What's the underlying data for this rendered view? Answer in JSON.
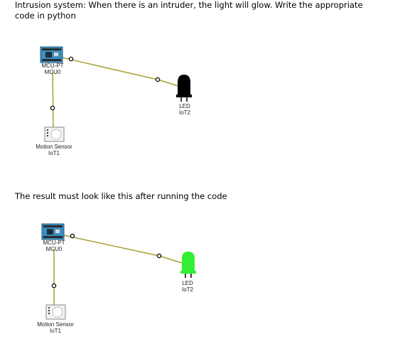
{
  "question": {
    "prompt": "Intrusion system: When there is an intruder, the light will glow. Write the appropriate code in python",
    "result_caption": "The result must look like this after running the code"
  },
  "diagram_before": {
    "mcu": {
      "name": "MCU-PT",
      "id": "MCU0"
    },
    "led": {
      "name": "LED",
      "id": "IoT2",
      "state": "off",
      "color": "#000000"
    },
    "sensor": {
      "name": "Motion Sensor",
      "id": "IoT1"
    }
  },
  "diagram_after": {
    "mcu": {
      "name": "MCU-PT",
      "id": "MCU0"
    },
    "led": {
      "name": "LED",
      "id": "IoT2",
      "state": "on",
      "color": "#33ee33"
    },
    "sensor": {
      "name": "Motion Sensor",
      "id": "IoT1"
    }
  },
  "colors": {
    "wire": "#a8a032",
    "mcu_board": "#3a8fbf"
  }
}
